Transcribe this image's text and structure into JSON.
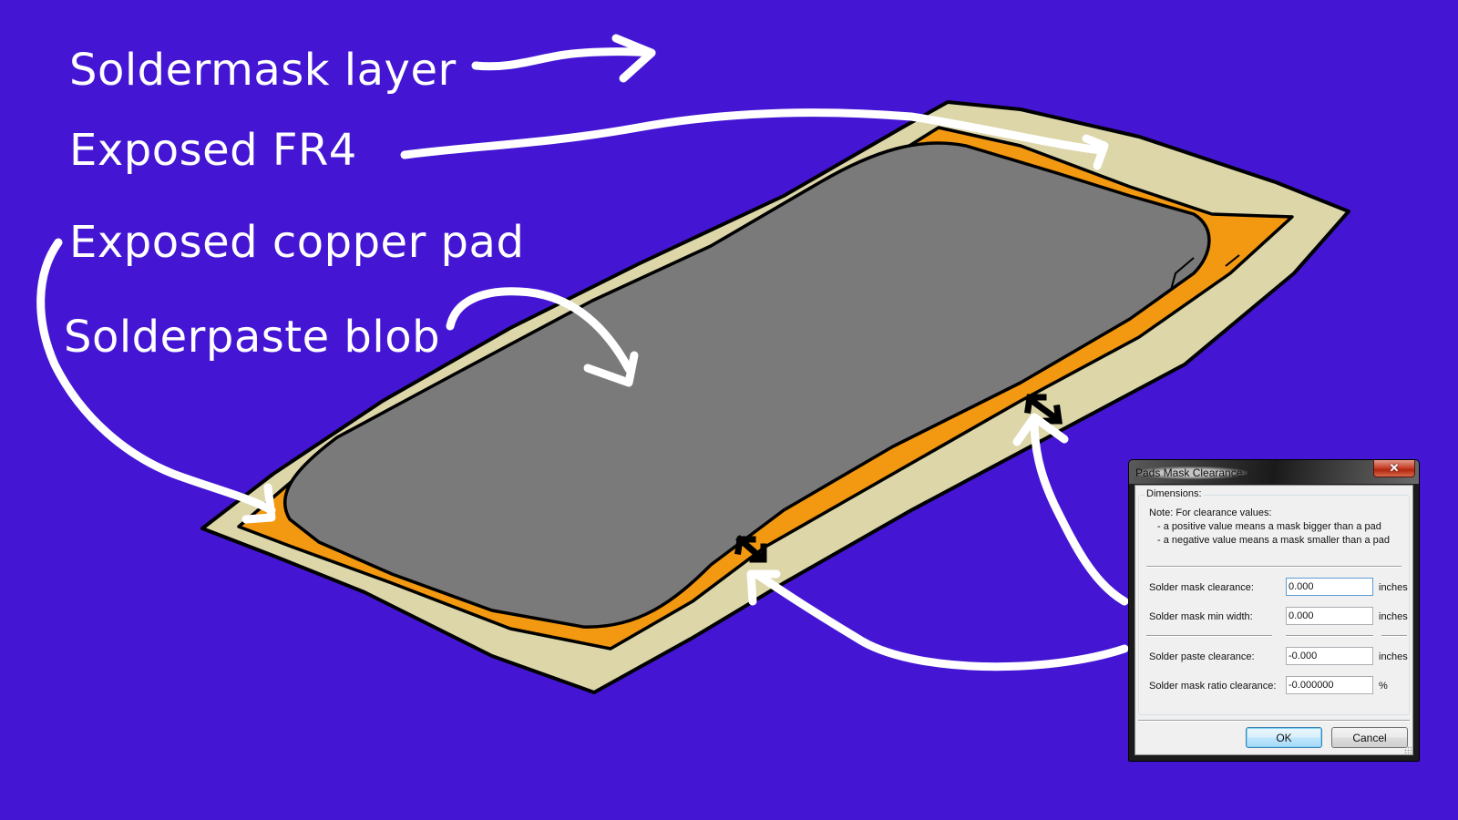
{
  "labels": {
    "soldermask_layer": "Soldermask layer",
    "exposed_fr4": "Exposed FR4",
    "exposed_copper_pad": "Exposed copper pad",
    "solderpaste_blob": "Solderpaste blob"
  },
  "colors": {
    "background": "#4416d4",
    "soldermask": "#dcd6a9",
    "exposed_fr4": "#f29811",
    "copper_pad": "#7a7a7a",
    "outline": "#000000",
    "annotation": "#ffffff"
  },
  "dialog": {
    "title": "Pads Mask Clearance",
    "close_glyph": "✕",
    "group_label": "Dimensions:",
    "note_lines": [
      "Note: For clearance values:",
      "- a positive value means a mask bigger than a pad",
      "- a negative value means a mask smaller than a pad"
    ],
    "fields": [
      {
        "label": "Solder mask clearance:",
        "value": "0.000",
        "unit": "inches"
      },
      {
        "label": "Solder mask min width:",
        "value": "0.000",
        "unit": "inches"
      },
      {
        "label": "Solder paste clearance:",
        "value": "-0.000",
        "unit": "inches"
      },
      {
        "label": "Solder mask ratio clearance:",
        "value": "-0.000000",
        "unit": "%"
      }
    ],
    "ok_label": "OK",
    "cancel_label": "Cancel"
  }
}
